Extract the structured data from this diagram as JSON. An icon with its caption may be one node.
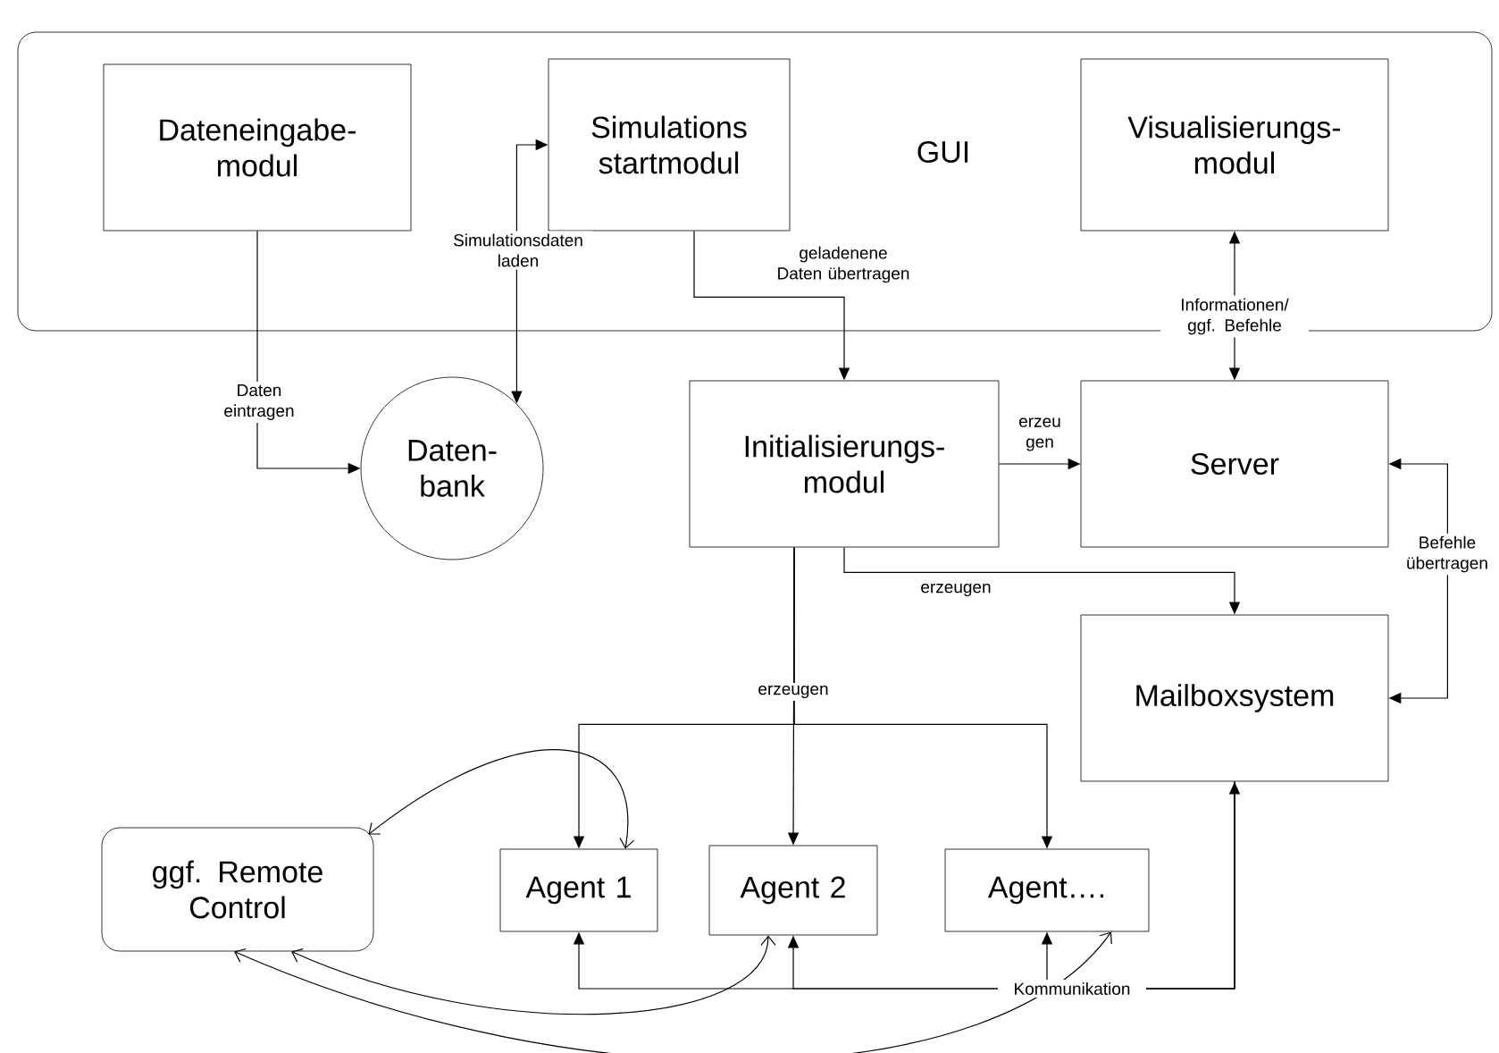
{
  "diagram": {
    "nodes": [
      {
        "text": [
          "GUI"
        ]
      },
      {
        "text": [
          "Dateneingabe- modul"
        ],
        "in": 0
      },
      {
        "text": [
          "Simulations startmodul"
        ],
        "in": 0
      },
      {
        "text": [
          "Visualisierungs- modul"
        ],
        "in": 0
      },
      {
        "text": [
          "Daten- bank"
        ]
      },
      {
        "text": [
          "Initialisierungs- modul"
        ]
      },
      {
        "text": [
          "Server"
        ]
      },
      {
        "text": [
          "Mailboxsystem"
        ]
      },
      {
        "text": [
          "ggf. Remote Control"
        ]
      },
      {
        "text": [
          "Agent 1"
        ]
      },
      {
        "text": [
          "Agent 2"
        ]
      },
      {
        "text": [
          "Agent…."
        ]
      }
    ],
    "edges": [
      {
        "from": 1,
        "to": 4,
        "arrow": "to",
        "label": "Daten eintragen"
      },
      {
        "from": 4,
        "to": 2,
        "arrow": "both",
        "label": "Simulationsdaten laden"
      },
      {
        "from": 2,
        "to": 5,
        "arrow": "to",
        "label": "geladenene Daten übertragen"
      },
      {
        "from": 3,
        "to": 6,
        "arrow": "both",
        "label": "Informationen/ ggf. Befehle"
      },
      {
        "from": 5,
        "to": 6,
        "arrow": "to",
        "label": "erzeu gen"
      },
      {
        "from": 5,
        "to": 7,
        "arrow": "to",
        "label": "erzeugen"
      },
      {
        "from": 6,
        "to": 7,
        "arrow": "both",
        "label": "Befehle übertragen"
      },
      {
        "from": 5,
        "to": 9,
        "arrow": "to"
      },
      {
        "from": 5,
        "to": 10,
        "arrow": "to",
        "label": "erzeugen"
      },
      {
        "from": 5,
        "to": 11,
        "arrow": "to"
      },
      {
        "from": 7,
        "to": 9,
        "arrow": "to"
      },
      {
        "from": 10,
        "to": 7,
        "arrow": "both",
        "label": "Kommunikation"
      },
      {
        "from": 7,
        "to": 11,
        "arrow": "to"
      },
      {
        "from": 8,
        "to": 9,
        "arrow": "both"
      },
      {
        "from": 8,
        "to": 10,
        "arrow": "both"
      },
      {
        "from": 8,
        "to": 11,
        "arrow": "both"
      }
    ]
  }
}
